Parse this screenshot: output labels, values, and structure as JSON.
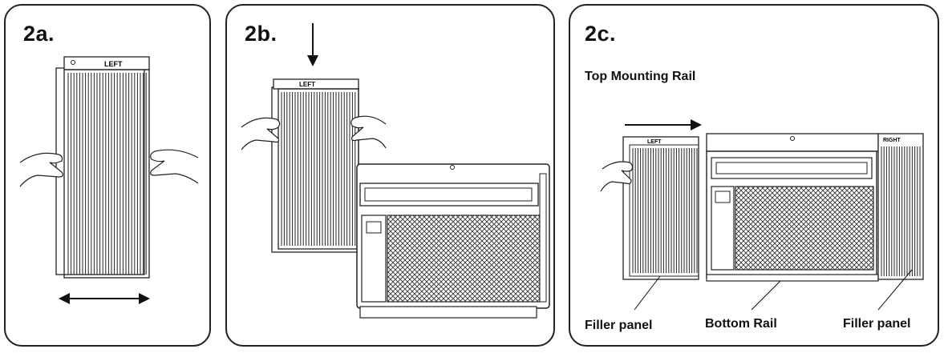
{
  "panels": [
    {
      "step": "2a.",
      "filler_tag": "LEFT"
    },
    {
      "step": "2b.",
      "filler_tag": "LEFT"
    },
    {
      "step": "2c.",
      "filler_left_tag": "LEFT",
      "filler_right_tag": "RIGHT",
      "labels": {
        "top_rail": "Top Mounting Rail",
        "filler_left": "Filler panel",
        "bottom_rail": "Bottom Rail",
        "filler_right": "Filler panel"
      }
    }
  ]
}
